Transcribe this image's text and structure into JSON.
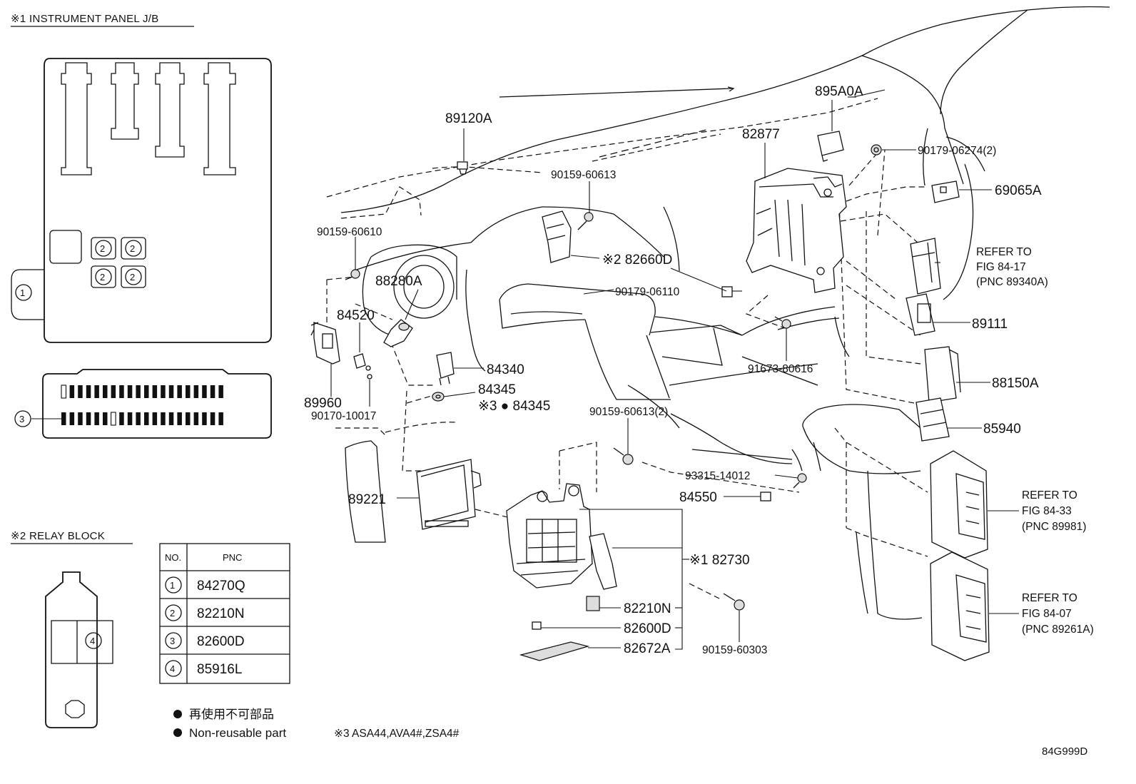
{
  "header_instrument_panel": "※1 INSTRUMENT PANEL J/B",
  "header_relay_block": "※2 RELAY BLOCK",
  "diagram_code": "84G999D",
  "callouts": {
    "c1": "1",
    "c2": "2",
    "c3": "3",
    "c4": "4"
  },
  "pnc_table": {
    "col_no": "NO.",
    "col_pnc": "PNC",
    "rows": [
      {
        "no": "1",
        "pnc": "84270Q"
      },
      {
        "no": "2",
        "pnc": "82210N"
      },
      {
        "no": "3",
        "pnc": "82600D"
      },
      {
        "no": "4",
        "pnc": "85916L"
      }
    ]
  },
  "legend": {
    "jp": "再使用不可部品",
    "en": "Non-reusable part",
    "note3": "※3 ASA44,AVA4#,ZSA4#"
  },
  "labels": {
    "p89120A": "89120A",
    "p895A0A": "895A0A",
    "p82877": "82877",
    "p90179_06274": "90179-06274(2)",
    "p69065A": "69065A",
    "p90159_60613a": "90159-60613",
    "p82660D": "※2 82660D",
    "p90159_60610": "90159-60610",
    "p88280A": "88280A",
    "p90179_06110": "90179-06110",
    "p84520": "84520",
    "p84340": "84340",
    "p84345": "84345",
    "p84345b": "※3 ● 84345",
    "p89960": "89960",
    "p90170_10017": "90170-10017",
    "p91673_80616": "91673-80616",
    "p90159_60613b": "90159-60613(2)",
    "p93315_14012": "93315-14012",
    "p84550": "84550",
    "p89221": "89221",
    "p82730": "※1 82730",
    "p82210N": "82210N",
    "p82600D": "82600D",
    "p82672A": "82672A",
    "p90159_60303": "90159-60303",
    "p89111": "89111",
    "p88150A": "88150A",
    "p85940": "85940",
    "refer1": [
      "REFER TO",
      "FIG 84-17",
      "(PNC 89340A)"
    ],
    "refer2": [
      "REFER TO",
      "FIG 84-33",
      "(PNC 89981)"
    ],
    "refer3": [
      "REFER TO",
      "FIG 84-07",
      "(PNC 89261A)"
    ]
  }
}
